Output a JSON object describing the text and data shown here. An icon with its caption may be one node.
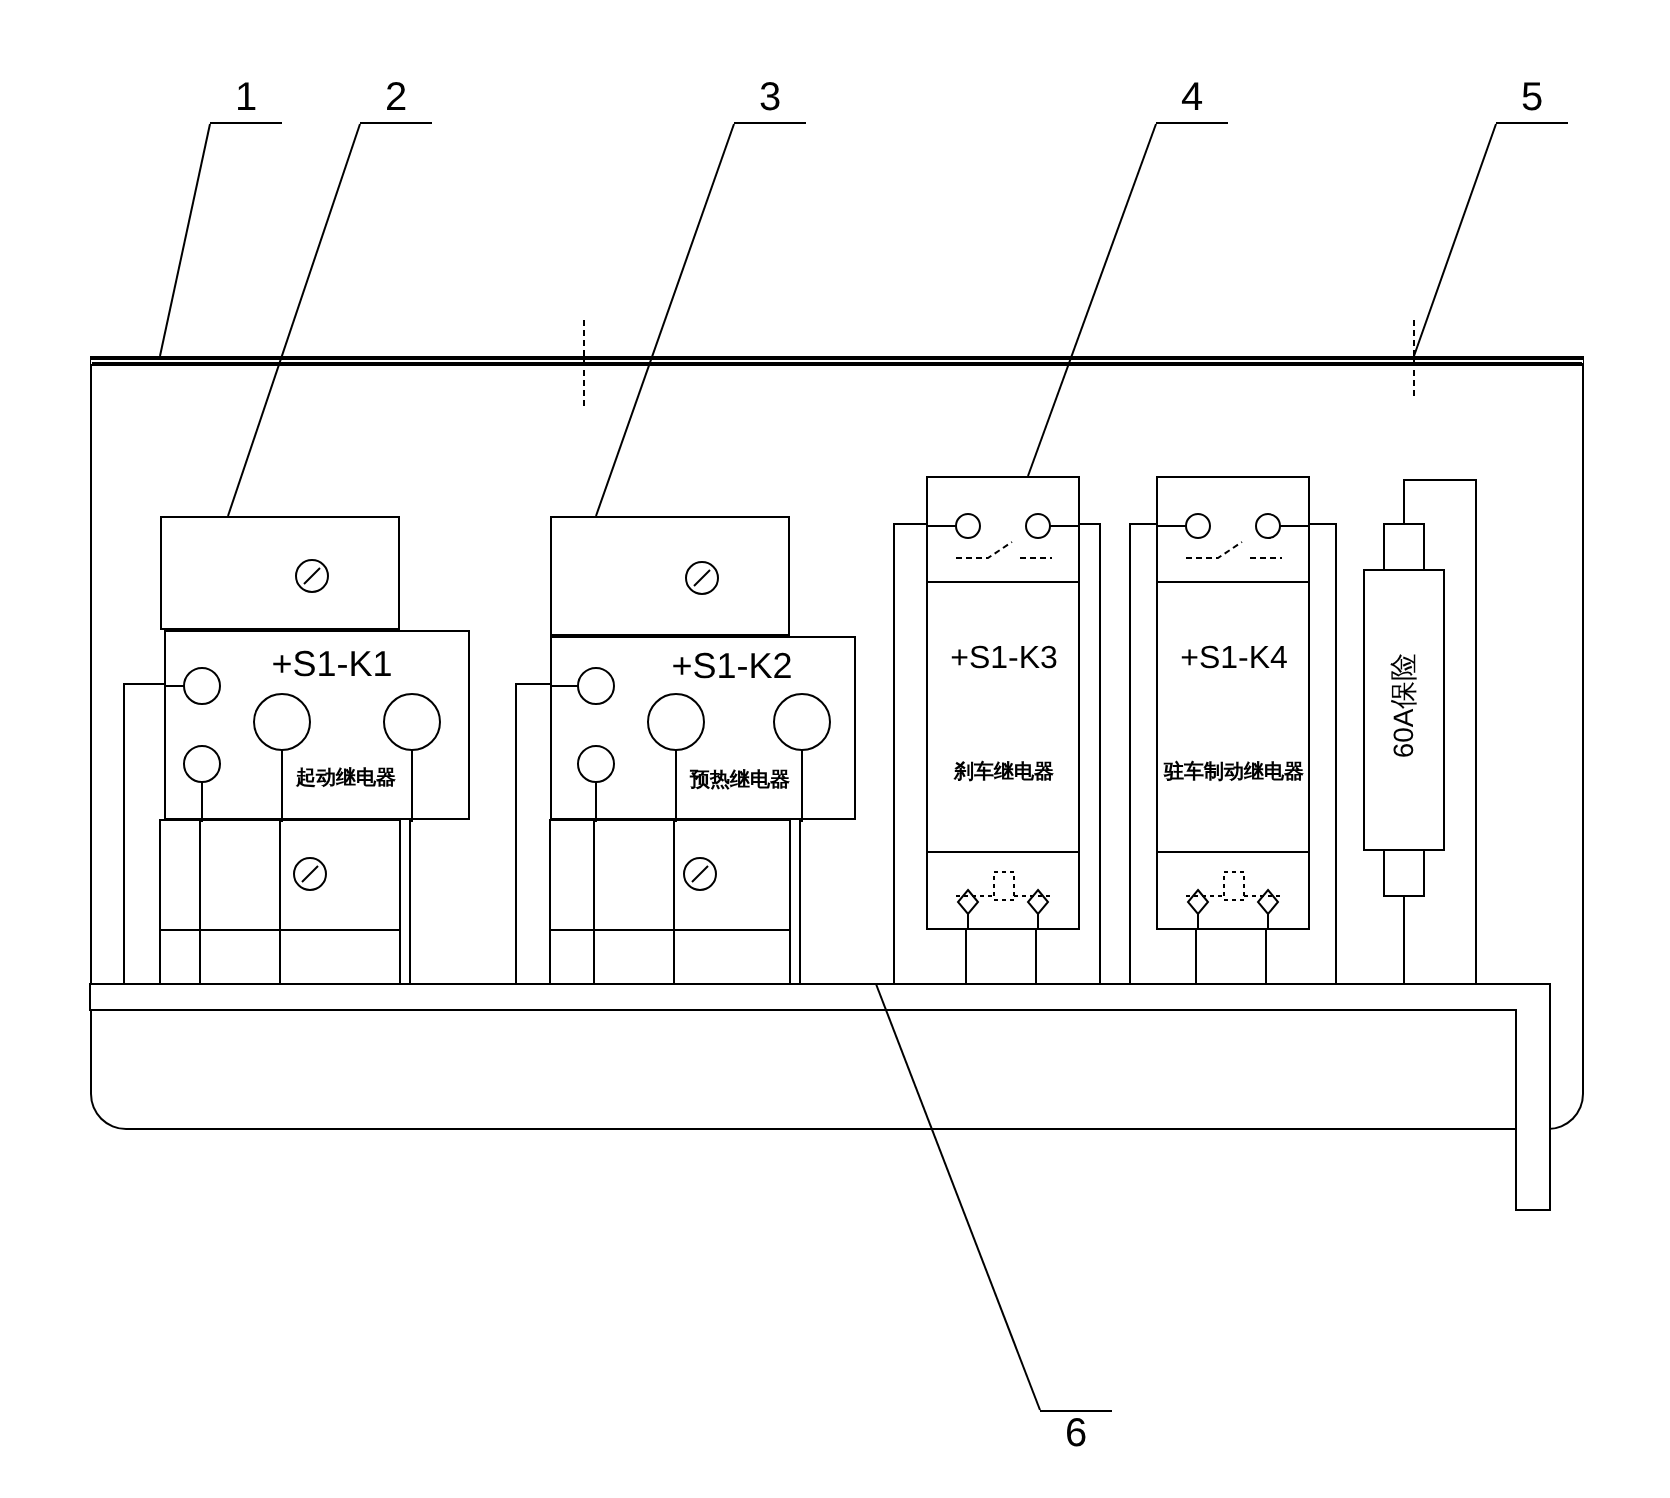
{
  "diagram": {
    "nodes": [
      {
        "text": [
          "1"
        ]
      },
      {
        "text": [
          "2"
        ]
      },
      {
        "text": [
          "3"
        ]
      },
      {
        "text": [
          "4"
        ]
      },
      {
        "text": [
          "5"
        ]
      },
      {
        "text": [
          "6"
        ]
      },
      {
        "text": [],
        "shape": "box"
      },
      {
        "text": [],
        "shape": "box",
        "in": 6
      },
      {
        "text": [
          "+S1-K1",
          "起动继电器"
        ],
        "in": 6
      },
      {
        "text": [],
        "shape": "box",
        "in": 6
      },
      {
        "text": [
          "+S1-K2",
          "预热继电器"
        ],
        "in": 6
      },
      {
        "text": [
          "+S1-K3",
          "刹车继电器"
        ],
        "in": 6
      },
      {
        "text": [
          "+S1-K4",
          "驻车制动继电器"
        ],
        "in": 6
      },
      {
        "text": [
          "60A保险"
        ],
        "in": 6
      },
      {
        "text": [],
        "shape": "bar"
      }
    ],
    "edges": [
      {
        "from": 0,
        "to": 6,
        "arrow": "none"
      },
      {
        "from": 1,
        "to": 7,
        "arrow": "none"
      },
      {
        "from": 2,
        "to": 9,
        "arrow": "none"
      },
      {
        "from": 3,
        "to": 11,
        "arrow": "none"
      },
      {
        "from": 4,
        "to": 6,
        "arrow": "none"
      },
      {
        "from": 5,
        "to": 14,
        "arrow": "none"
      },
      {
        "from": 8,
        "to": 14,
        "arrow": "none"
      },
      {
        "from": 8,
        "to": 14,
        "arrow": "none"
      },
      {
        "from": 8,
        "to": 14,
        "arrow": "none"
      },
      {
        "from": 8,
        "to": 14,
        "arrow": "none"
      },
      {
        "from": 10,
        "to": 14,
        "arrow": "none"
      },
      {
        "from": 10,
        "to": 14,
        "arrow": "none"
      },
      {
        "from": 10,
        "to": 14,
        "arrow": "none"
      },
      {
        "from": 10,
        "to": 14,
        "arrow": "none"
      },
      {
        "from": 11,
        "to": 14,
        "arrow": "none"
      },
      {
        "from": 11,
        "to": 14,
        "arrow": "none"
      },
      {
        "from": 11,
        "to": 14,
        "arrow": "none"
      },
      {
        "from": 11,
        "to": 14,
        "arrow": "none"
      },
      {
        "from": 12,
        "to": 14,
        "arrow": "none"
      },
      {
        "from": 12,
        "to": 14,
        "arrow": "none"
      },
      {
        "from": 12,
        "to": 14,
        "arrow": "none"
      },
      {
        "from": 12,
        "to": 14,
        "arrow": "none"
      },
      {
        "from": 13,
        "to": 14,
        "arrow": "none"
      },
      {
        "from": 13,
        "to": 14,
        "arrow": "none"
      }
    ]
  }
}
